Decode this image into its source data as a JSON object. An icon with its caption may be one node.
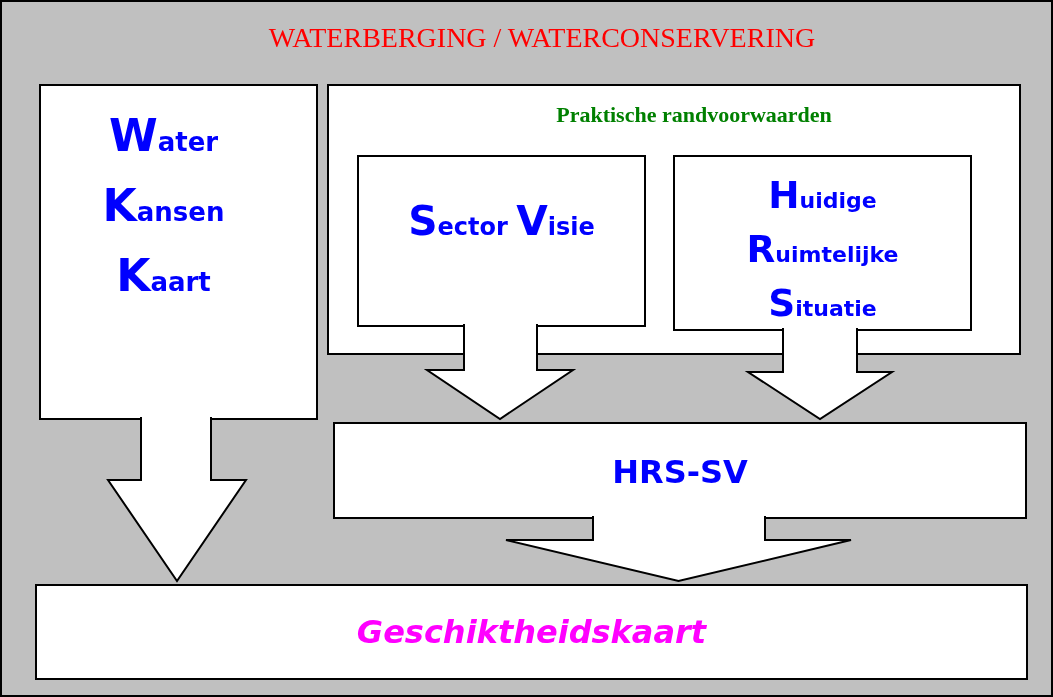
{
  "diagram": {
    "title": "WATERBERGING / WATERCONSERVERING",
    "nodes": [
      {
        "text": [
          "Water",
          "Kansen",
          "Kaart"
        ]
      },
      {
        "text": [
          "Praktische randvoorwaarden"
        ]
      },
      {
        "text": [
          "Sector Visie"
        ],
        "in": 1
      },
      {
        "text": [
          "Huidige Ruimtelijke Situatie"
        ],
        "in": 1
      },
      {
        "text": [
          "HRS-SV"
        ]
      },
      {
        "text": [
          "Geschiktheidskaart"
        ]
      }
    ],
    "edges": [
      {
        "from": 0,
        "to": 5,
        "arrow": "to"
      },
      {
        "from": 2,
        "to": 4,
        "arrow": "to"
      },
      {
        "from": 3,
        "to": 4,
        "arrow": "to"
      },
      {
        "from": 4,
        "to": 5,
        "arrow": "to"
      }
    ]
  }
}
